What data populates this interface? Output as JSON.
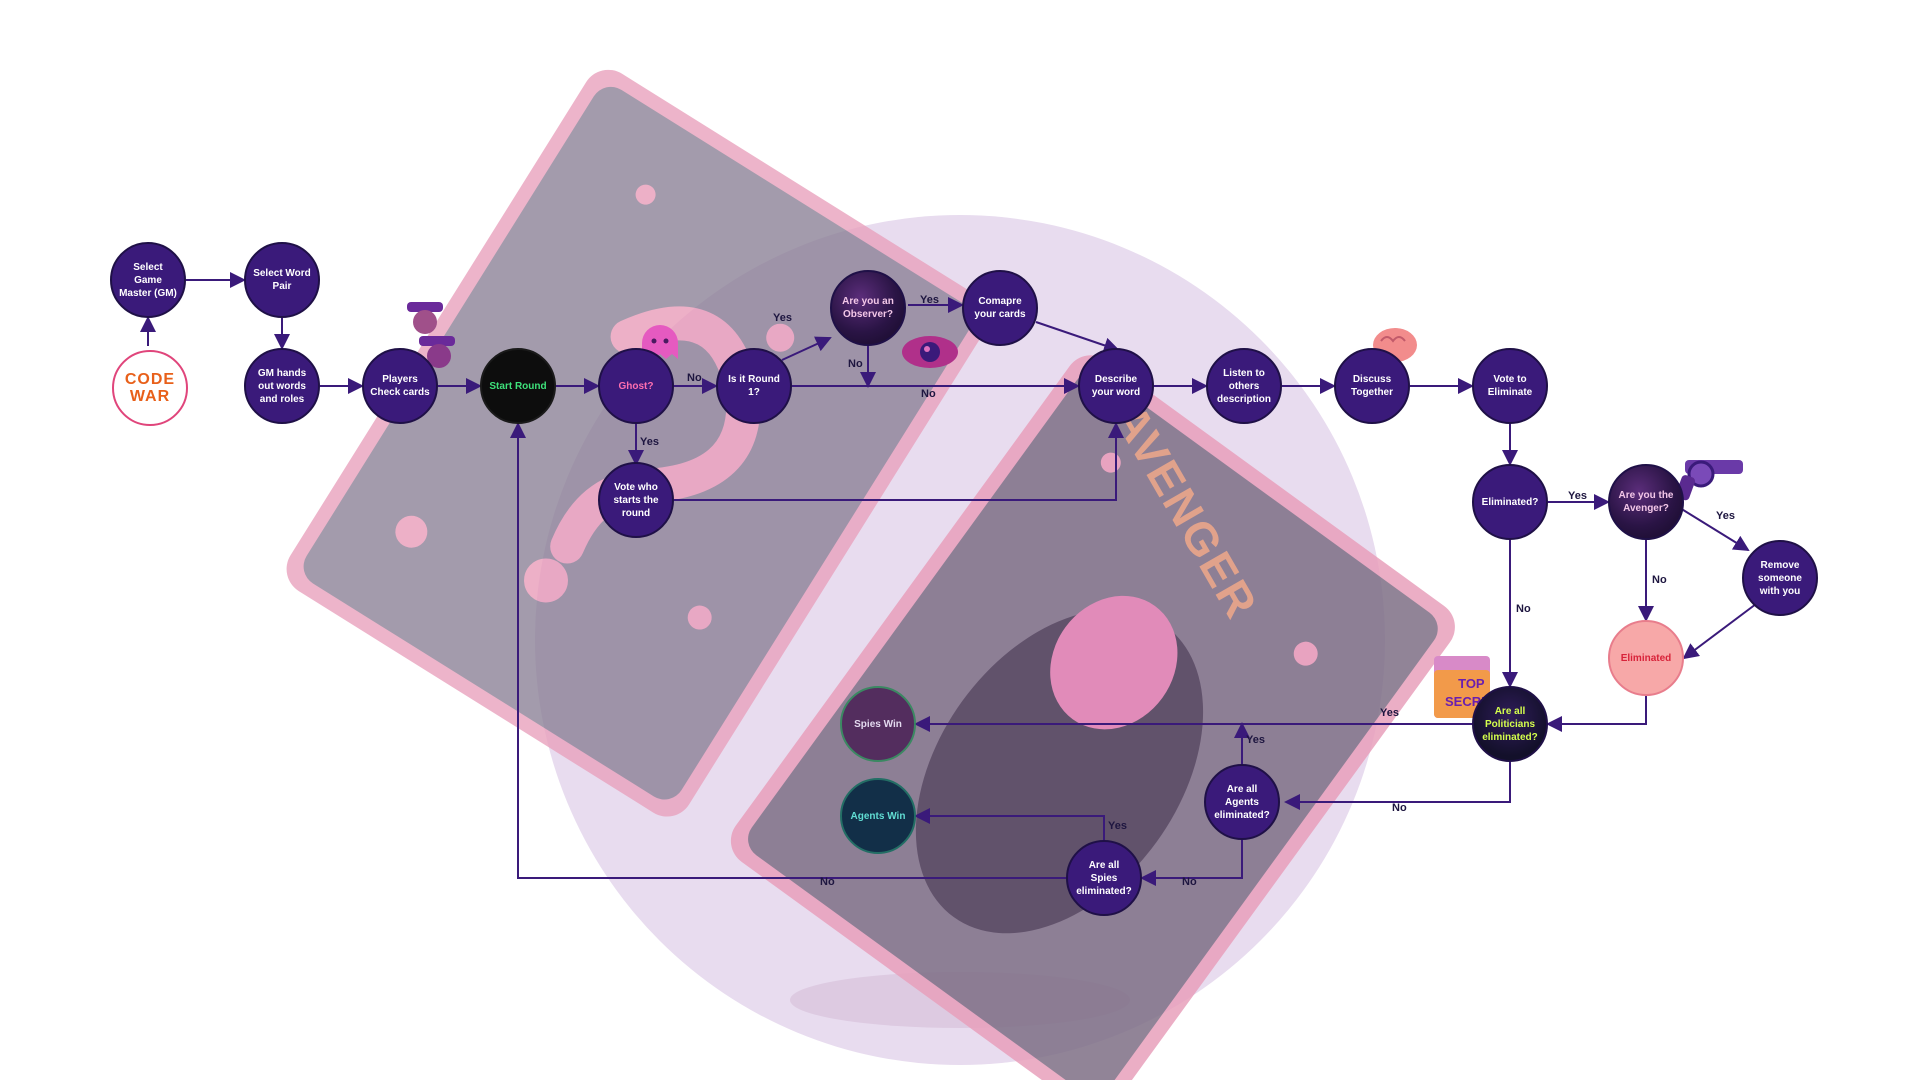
{
  "logo": {
    "line1": "CODE",
    "line2": "WAR"
  },
  "nodes": {
    "select_gm": "Select Game Master (GM)",
    "select_word_pair": "Select Word Pair",
    "gm_hands_out": "GM hands out words and roles",
    "players_check": "Players Check cards",
    "start_round": "Start Round",
    "ghost": "Ghost?",
    "is_round_1": "Is it Round 1?",
    "observer": "Are you an Observer?",
    "compare_cards": "Comapre your cards",
    "describe_word": "Describe your word",
    "vote_starts": "Vote who starts the round",
    "listen": "Listen to others description",
    "discuss": "Discuss Together",
    "vote_eliminate": "Vote to Eliminate",
    "eliminated_q": "Eliminated?",
    "avenger_q": "Are you the Avenger?",
    "remove_someone": "Remove someone with you",
    "eliminated": "Eliminated",
    "politicians_q": "Are all Politicians eliminated?",
    "agents_q": "Are all Agents eliminated?",
    "spies_q": "Are all Spies eliminated?",
    "spies_win": "Spies Win",
    "agents_win": "Agents Win"
  },
  "edge_labels": {
    "ghost_no": "No",
    "ghost_yes": "Yes",
    "round1_yes": "Yes",
    "round1_no": "No",
    "observer_yes": "Yes",
    "observer_no": "No",
    "eliminated_yes": "Yes",
    "eliminated_no": "No",
    "avenger_yes": "Yes",
    "avenger_no": "No",
    "politicians_yes": "Yes",
    "politicians_no": "No",
    "agents_yes": "Yes",
    "agents_no": "No",
    "spies_yes": "Yes",
    "spies_no": "No"
  },
  "decor": {
    "card_word": "AVENGER",
    "top_secret_line1": "TOP",
    "top_secret_line2": "SECRET"
  },
  "colors": {
    "node_fill": "#3a1a7a",
    "edge": "#3a1a7a",
    "card_pink": "#e8a0bc",
    "card_body": "#8a7f95",
    "backdrop": "#e8dcef"
  }
}
